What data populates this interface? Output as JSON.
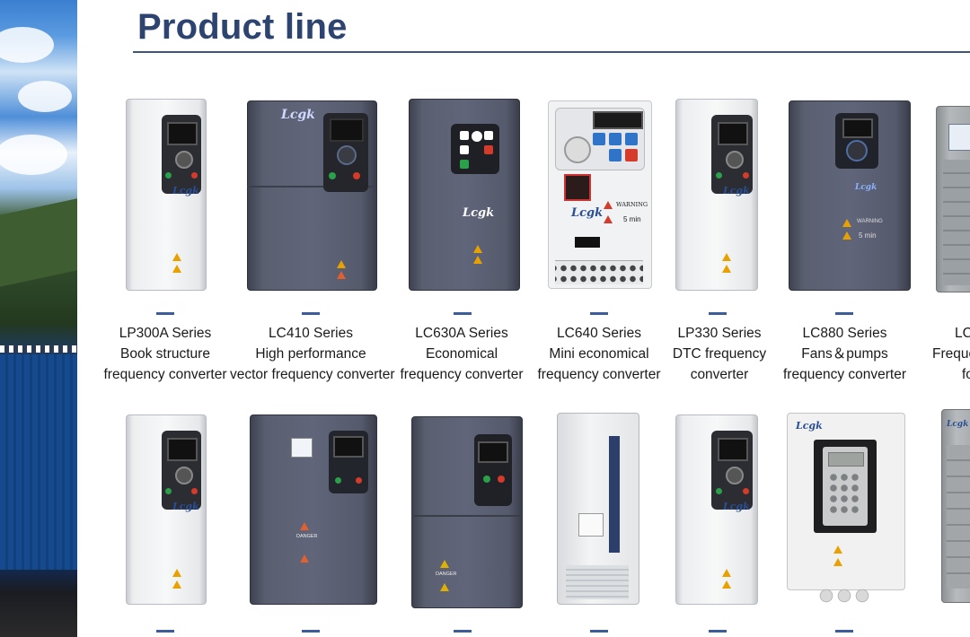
{
  "title": "Product line",
  "products_top": [
    {
      "lines": [
        "LP300A Series",
        "Book structure",
        "frequency converter"
      ]
    },
    {
      "lines": [
        "LC410 Series",
        "High performance",
        "vector frequency converter"
      ]
    },
    {
      "lines": [
        "LC630A Series",
        "Economical",
        "frequency converter"
      ]
    },
    {
      "lines": [
        "LC640  Series",
        "Mini economical",
        "frequency converter"
      ]
    },
    {
      "lines": [
        "LP330  Series",
        "DTC frequency",
        "converter"
      ]
    },
    {
      "lines": [
        "LC880  Series",
        "Fans＆pumps",
        "frequency converter"
      ]
    },
    {
      "lines": [
        "LC",
        "Freque",
        "fo"
      ]
    }
  ],
  "device_text": {
    "logo": "Lcgk",
    "warning": "WARNING",
    "five_min": "5 min",
    "danger": "DANGER"
  },
  "colors": {
    "title": "#2e4470",
    "accent_dash": "#3d5d9a",
    "rule": "#3d547d"
  }
}
